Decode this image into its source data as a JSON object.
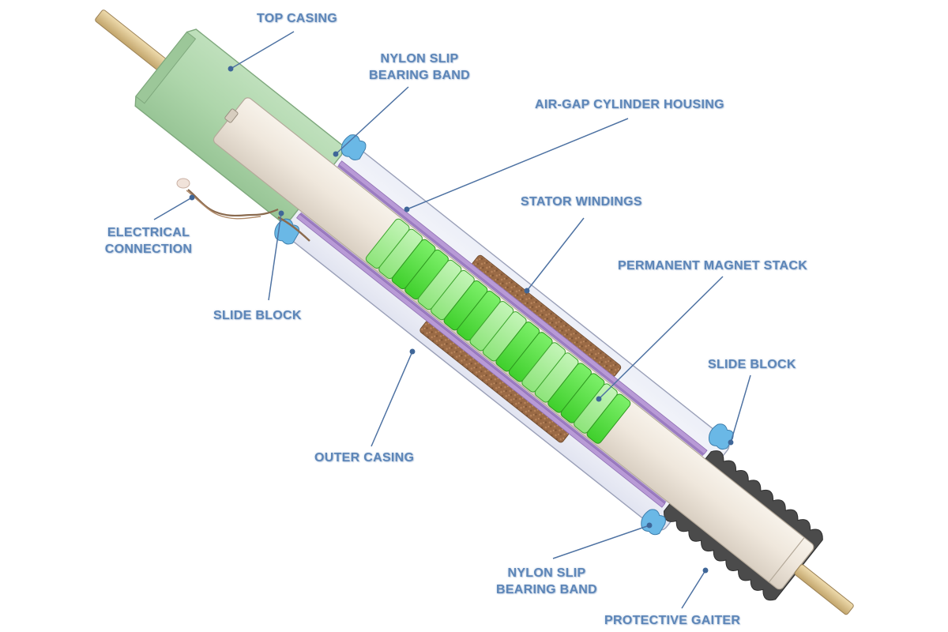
{
  "diagram": {
    "subject": "Linear generator / electromagnetic actuator cutaway",
    "colors": {
      "label": "#5d86b8",
      "leader": "#4f73a3",
      "top_casing": "#a9d3a8",
      "inner_cylinder": "#ece4d9",
      "magnet_light": "#9cec8c",
      "magnet_dark": "#4fdc3a",
      "windings": "#9a6a45",
      "slide_block": "#6ab8e6",
      "guide_rail": "#a98cc8",
      "outer_casing": "#dfe3ef",
      "gaiter": "#4a4a4a",
      "rod": "#d8c08e"
    },
    "labels": {
      "top_casing": "TOP CASING",
      "nylon_slip_top_line1": "NYLON SLIP",
      "nylon_slip_top_line2": "BEARING BAND",
      "air_gap": "AIR-GAP CYLINDER HOUSING",
      "stator": "STATOR WINDINGS",
      "electrical_line1": "ELECTRICAL",
      "electrical_line2": "CONNECTION",
      "slide_block_left": "SLIDE BLOCK",
      "permanent_magnet": "PERMANENT MAGNET STACK",
      "slide_block_right": "SLIDE BLOCK",
      "outer_casing": "OUTER CASING",
      "nylon_slip_bottom_line1": "NYLON SLIP",
      "nylon_slip_bottom_line2": "BEARING BAND",
      "protective_gaiter": "PROTECTIVE GAITER"
    },
    "magnet_count": 18
  }
}
